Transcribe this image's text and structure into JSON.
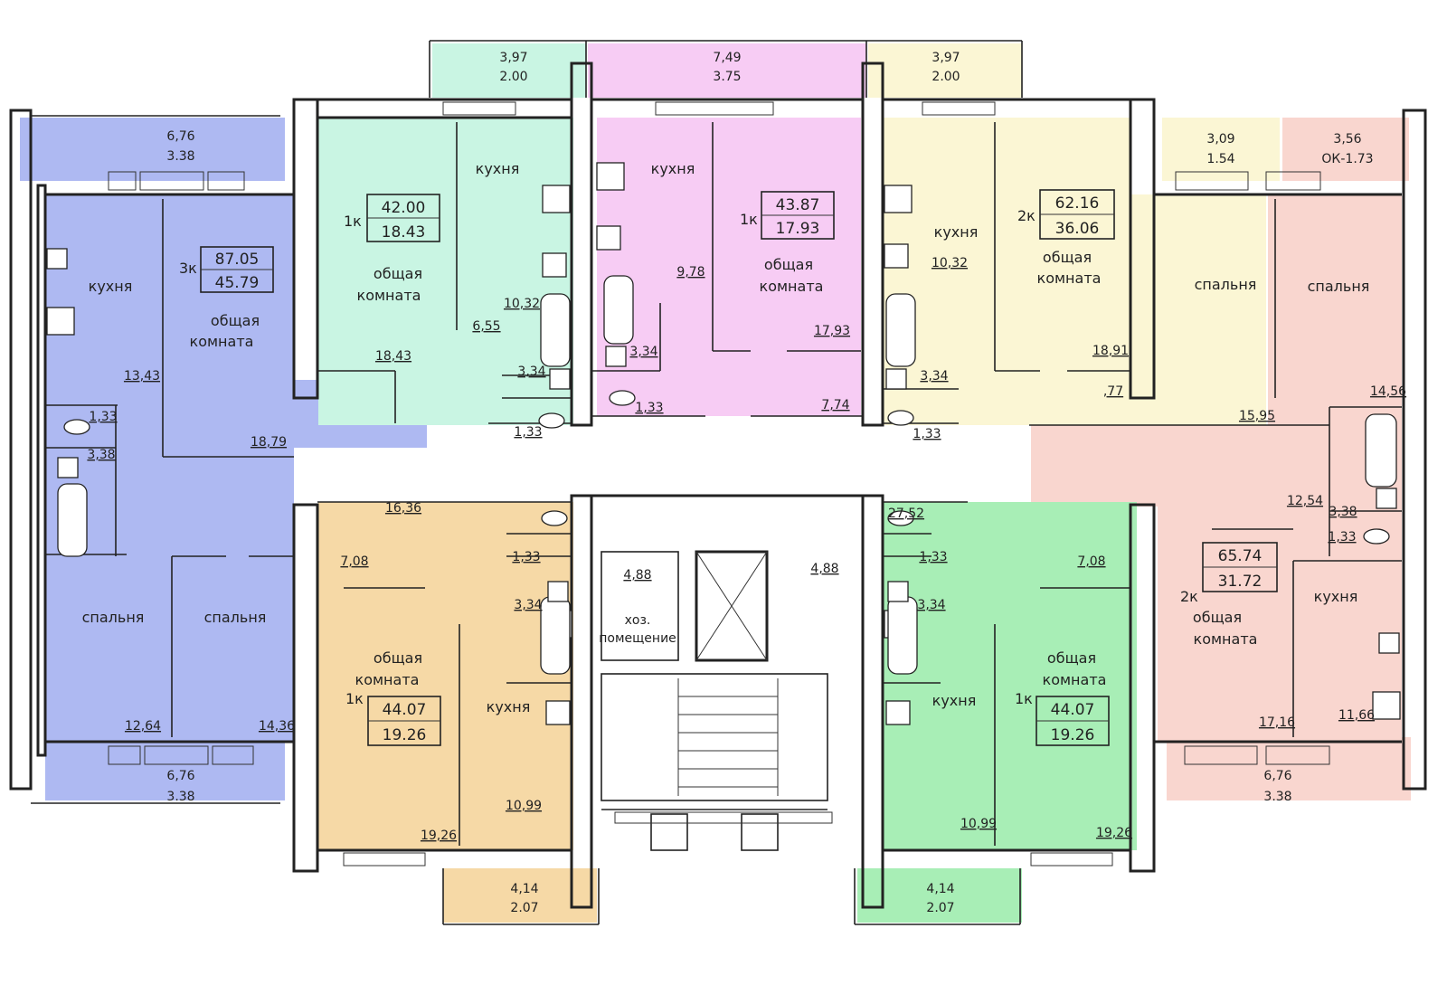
{
  "apartments": {
    "a3k": {
      "rooms": "3к",
      "total": "87.05",
      "living": "45.79",
      "color": "#aeb9f2",
      "labels": {
        "kitchen": "кухня",
        "common1": "общая",
        "common2": "комната",
        "bedroom_a": "спальня",
        "bedroom_b": "спальня"
      },
      "areas": {
        "kitchen": "13,43",
        "common": "18,79",
        "hall": "16,36",
        "wc": "1,33",
        "bath": "3,38",
        "bedroom_a": "12,64",
        "bedroom_b": "14,36"
      },
      "balcony_top": {
        "top": "6,76",
        "bottom": "3.38"
      },
      "balcony_bottom": {
        "top": "6,76",
        "bottom": "3.38"
      }
    },
    "a1k_tl": {
      "rooms": "1к",
      "total": "42.00",
      "living": "18.43",
      "color": "#c9f5e3",
      "labels": {
        "kitchen": "кухня",
        "common1": "общая",
        "common2": "комната"
      },
      "areas": {
        "kitchen": "10,32",
        "common": "18,43",
        "hall": "6,55",
        "bath": "3,34",
        "wc": "1,33"
      },
      "balcony": {
        "top": "3,97",
        "bottom": "2.00"
      }
    },
    "a1k_tc": {
      "rooms": "1к",
      "total": "43.87",
      "living": "17.93",
      "color": "#f7ccf4",
      "labels": {
        "kitchen": "кухня",
        "common1": "общая",
        "common2": "комната"
      },
      "areas": {
        "kitchen": "9,78",
        "common": "17,93",
        "hall": "7,74",
        "bath": "3,34",
        "wc": "1,33"
      },
      "balcony": {
        "top": "7,49",
        "bottom": "3.75"
      }
    },
    "a2k_tr": {
      "rooms": "2к",
      "total": "62.16",
      "living": "36.06",
      "color": "#fbf6d4",
      "labels": {
        "kitchen": "кухня",
        "common1": "общая",
        "common2": "комната",
        "bedroom": "спальня"
      },
      "areas": {
        "kitchen": "10,32",
        "common": "18,91",
        "hall": ",77",
        "bath": "3,34",
        "wc": "1,33",
        "bedroom": "15,95"
      },
      "balcony_a": {
        "top": "3,97",
        "bottom": "2.00"
      },
      "balcony_b": {
        "top": "3,09",
        "bottom": "1.54"
      }
    },
    "a2k_r": {
      "rooms": "2к",
      "total": "65.74",
      "living": "31.72",
      "color": "#f9d6cf",
      "labels": {
        "bedroom": "спальня",
        "kitchen": "кухня",
        "common1": "общая",
        "common2": "комната"
      },
      "areas": {
        "bedroom": "14,56",
        "hall": "12,54",
        "bath": "3,38",
        "wc": "1,33",
        "common": "17,16",
        "kitchen": "11,66"
      },
      "balcony_top": {
        "top": "3,56",
        "bottom": "ОК-1.73"
      },
      "balcony_bottom": {
        "top": "6,76",
        "bottom": "3.38"
      }
    },
    "a1k_bl": {
      "rooms": "1к",
      "total": "44.07",
      "living": "19.26",
      "color": "#f6d9a6",
      "labels": {
        "common1": "общая",
        "common2": "комната",
        "kitchen": "кухня"
      },
      "areas": {
        "hall": "7,08",
        "wc": "1,33",
        "bath": "3,34",
        "common": "19,26",
        "kitchen": "10,99"
      },
      "balcony": {
        "top": "4,14",
        "bottom": "2.07"
      }
    },
    "a1k_br": {
      "rooms": "1к",
      "total": "44.07",
      "living": "19.26",
      "color": "#a8eeb6",
      "labels": {
        "common1": "общая",
        "common2": "комната",
        "kitchen": "кухня"
      },
      "areas": {
        "hall": "7,08",
        "wc": "1,33",
        "bath": "3,34",
        "kitchen": "10,99",
        "common": "19,26"
      },
      "balcony": {
        "top": "4,14",
        "bottom": "2.07"
      }
    }
  },
  "common": {
    "corridor_area": "27,52",
    "storage_area": "4,88",
    "lift_hall_area": "4,88",
    "storage_label_1": "хоз.",
    "storage_label_2": "помещение"
  }
}
